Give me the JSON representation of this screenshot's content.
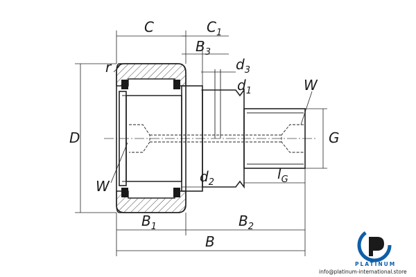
{
  "diagram": {
    "labels": {
      "C": "C",
      "C1": "C",
      "C1_sub": "1",
      "B3": "B",
      "B3_sub": "3",
      "d3": "d",
      "d3_sub": "3",
      "d1": "d",
      "d1_sub": "1",
      "r": "r",
      "W_top": "W",
      "D": "D",
      "G": "G",
      "W_bottom": "W",
      "d2": "d",
      "d2_sub": "2",
      "lG": "l",
      "lG_sub": "G",
      "B1": "B",
      "B1_sub": "1",
      "B2": "B",
      "B2_sub": "2",
      "B": "B"
    }
  },
  "watermark": {
    "brand": "PLATINUM",
    "url": "info@platinum-international.store",
    "colors": {
      "blue": "#0e5ea8",
      "dark": "#1a1a1a"
    }
  }
}
